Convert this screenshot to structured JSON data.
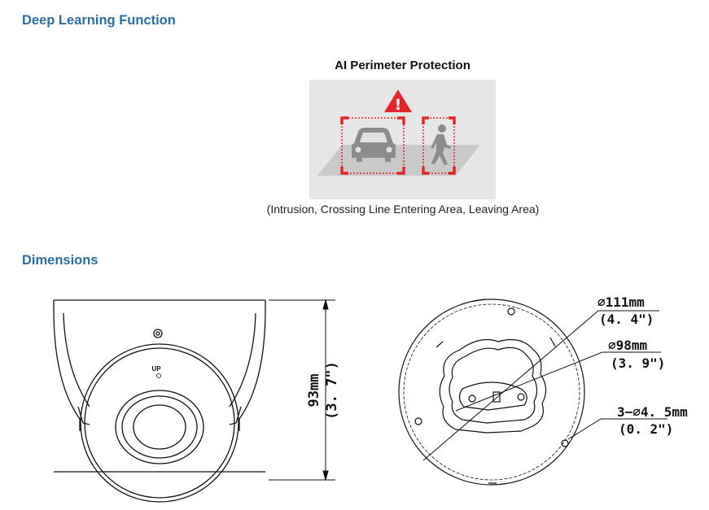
{
  "sections": {
    "deep_learning": "Deep Learning Function",
    "dimensions": "Dimensions"
  },
  "feature": {
    "title": "AI Perimeter Protection",
    "caption": "(Intrusion, Crossing Line Entering Area, Leaving Area)",
    "warning_glyph": "!",
    "colors": {
      "alert": "#e4262b",
      "panel": "#e6e6e6",
      "floor": "#c9c9c9",
      "figure": "#8c8c8c"
    }
  },
  "dimensions": {
    "side": {
      "height_mm": "93mm",
      "height_in": "(3. 7\")",
      "up_label": "UP"
    },
    "top": {
      "outer_diameter_mm": "∅111mm",
      "outer_diameter_in": "(4. 4\")",
      "mount_diameter_mm": "∅98mm",
      "mount_diameter_in": "(3. 9\")",
      "hole_mm": "3−∅4. 5mm",
      "hole_in": "(0. 2\")"
    }
  }
}
